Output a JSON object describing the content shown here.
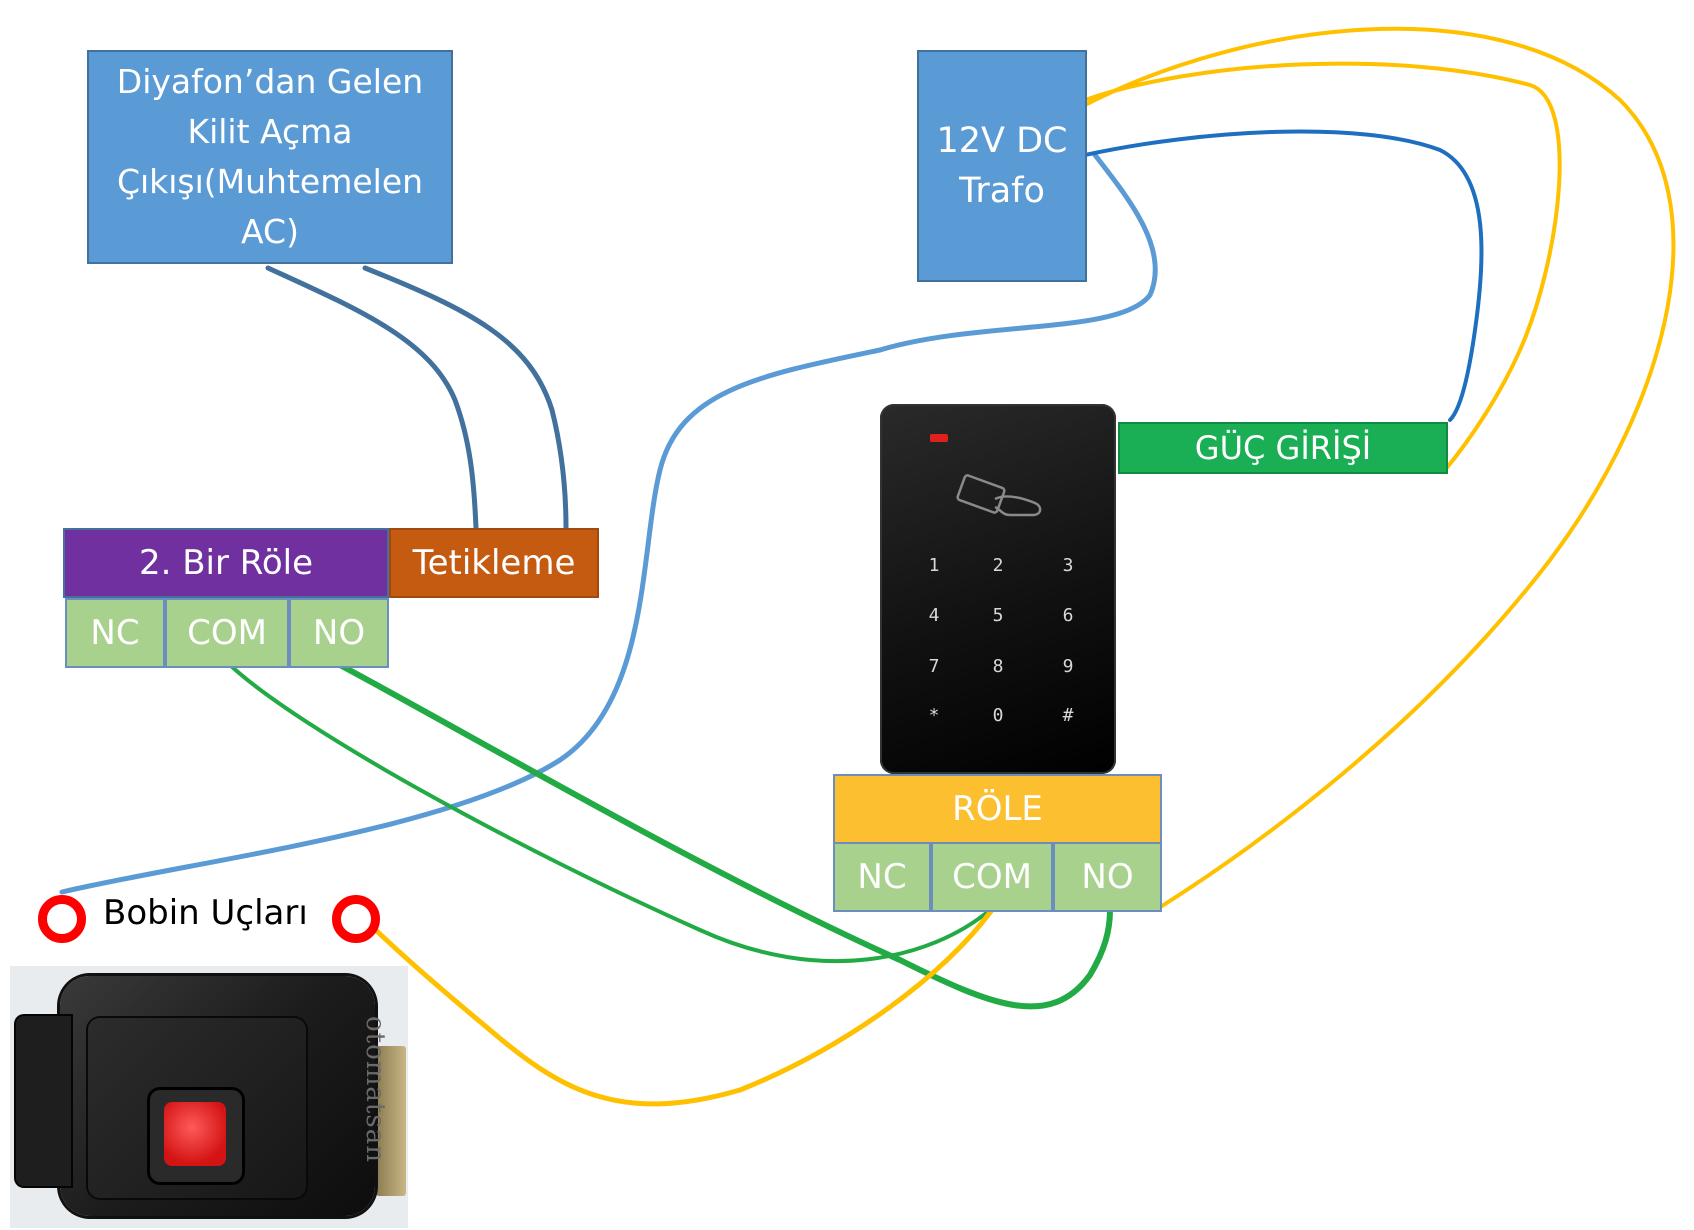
{
  "diyafon": {
    "lines": [
      "Diyafon’dan Gelen",
      "Kilit Açma",
      "Çıkışı(Muhtemelen",
      "AC)"
    ]
  },
  "trafo": {
    "lines": [
      "12V DC",
      "Trafo"
    ]
  },
  "relay2": {
    "title": "2. Bir Röle",
    "trigger": "Tetikleme",
    "contacts": [
      "NC",
      "COM",
      "NO"
    ]
  },
  "power_input": "GÜÇ GİRİŞİ",
  "relay_main": {
    "title": "RÖLE",
    "contacts": [
      "NC",
      "COM",
      "NO"
    ]
  },
  "keypad": {
    "keys": [
      "1",
      "2",
      "3",
      "4",
      "5",
      "6",
      "7",
      "8",
      "9",
      "*",
      "0",
      "#"
    ]
  },
  "coil": {
    "label": "Bobin Uçları"
  },
  "lock": {
    "brand": "otomatsan"
  },
  "colors": {
    "diyafon_wire": "#41719c",
    "blue_wire_light": "#5b9bd5",
    "blue_wire_dark": "#1f6fc0",
    "yellow_wire": "#ffc000",
    "green_wire": "#22aa44",
    "relay2_title": "#7030a0",
    "trigger": "#c55a11",
    "power_input": "#1aaf54",
    "relay_main_title": "#fbbf2f",
    "contact": "#a9d18e"
  }
}
